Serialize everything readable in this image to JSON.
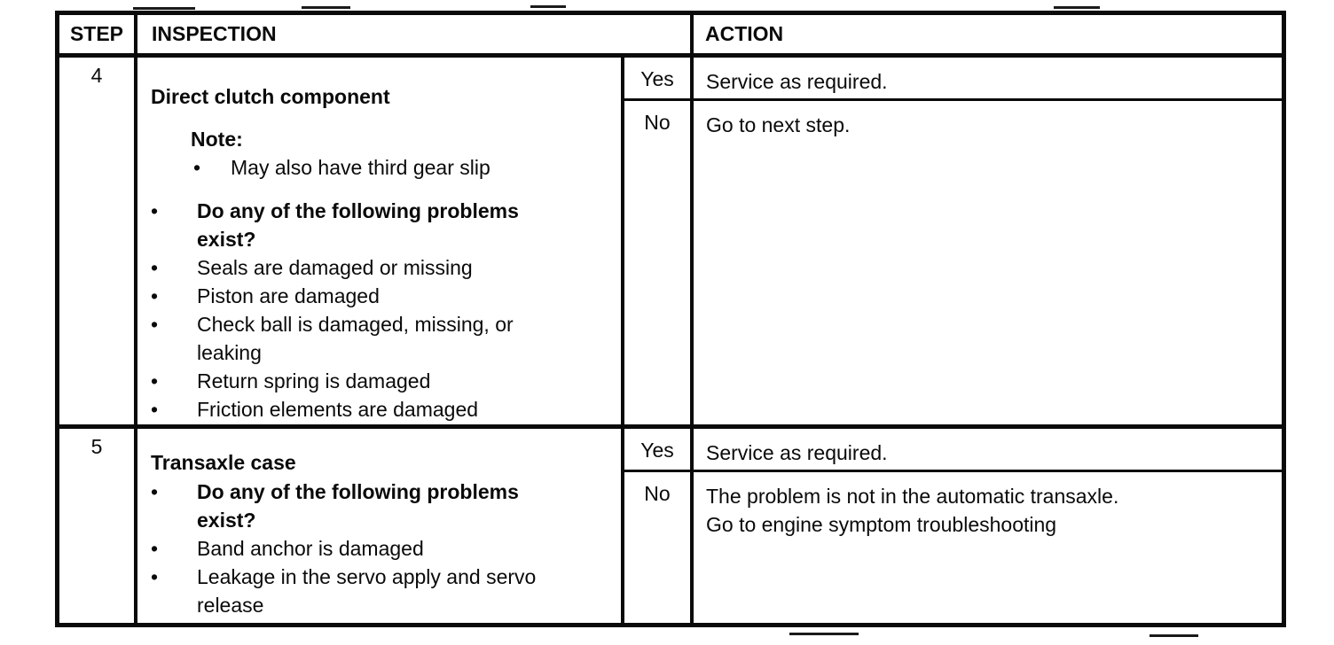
{
  "colors": {
    "ink": "#0a0a0a",
    "paper": "#ffffff"
  },
  "table": {
    "bullet_char": "•",
    "header": {
      "step": "STEP",
      "inspection": "INSPECTION",
      "action": "ACTION"
    },
    "rows": [
      {
        "step": "4",
        "title": "Direct clutch component",
        "note": {
          "label": "Note:",
          "items": [
            "May also have third gear slip"
          ]
        },
        "bullets": [
          "Do any of the following problems\nexist?",
          "Seals are damaged or missing",
          "Piston are damaged",
          "Check ball is damaged, missing, or\nleaking",
          "Return spring is damaged",
          "Friction elements are damaged"
        ],
        "outcomes": [
          {
            "label": "Yes",
            "action": "Service as required."
          },
          {
            "label": "No",
            "action": "Go to next step."
          }
        ]
      },
      {
        "step": "5",
        "title": "Transaxle case",
        "bullets": [
          "Do any of the following problems\nexist?",
          "Band anchor is damaged",
          "Leakage in the servo apply and servo\nrelease"
        ],
        "outcomes": [
          {
            "label": "Yes",
            "action": "Service as required."
          },
          {
            "label": "No",
            "action": "The problem is not in the automatic transaxle.\nGo to engine symptom troubleshooting"
          }
        ]
      }
    ]
  }
}
